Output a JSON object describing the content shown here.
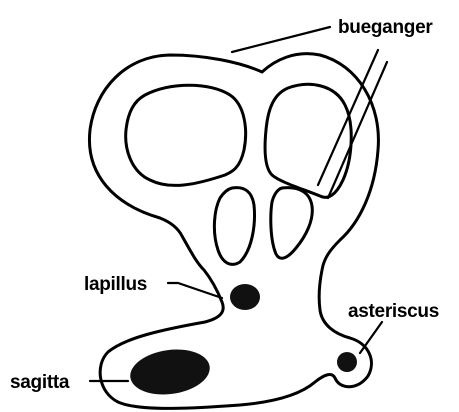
{
  "diagram": {
    "labels": {
      "bueganger": "bueganger",
      "lapillus": "lapillus",
      "asteriscus": "asteriscus",
      "sagitta": "sagitta"
    },
    "colors": {
      "stroke": "#000000",
      "otolith_fill": "#111111",
      "background": "#ffffff"
    }
  }
}
